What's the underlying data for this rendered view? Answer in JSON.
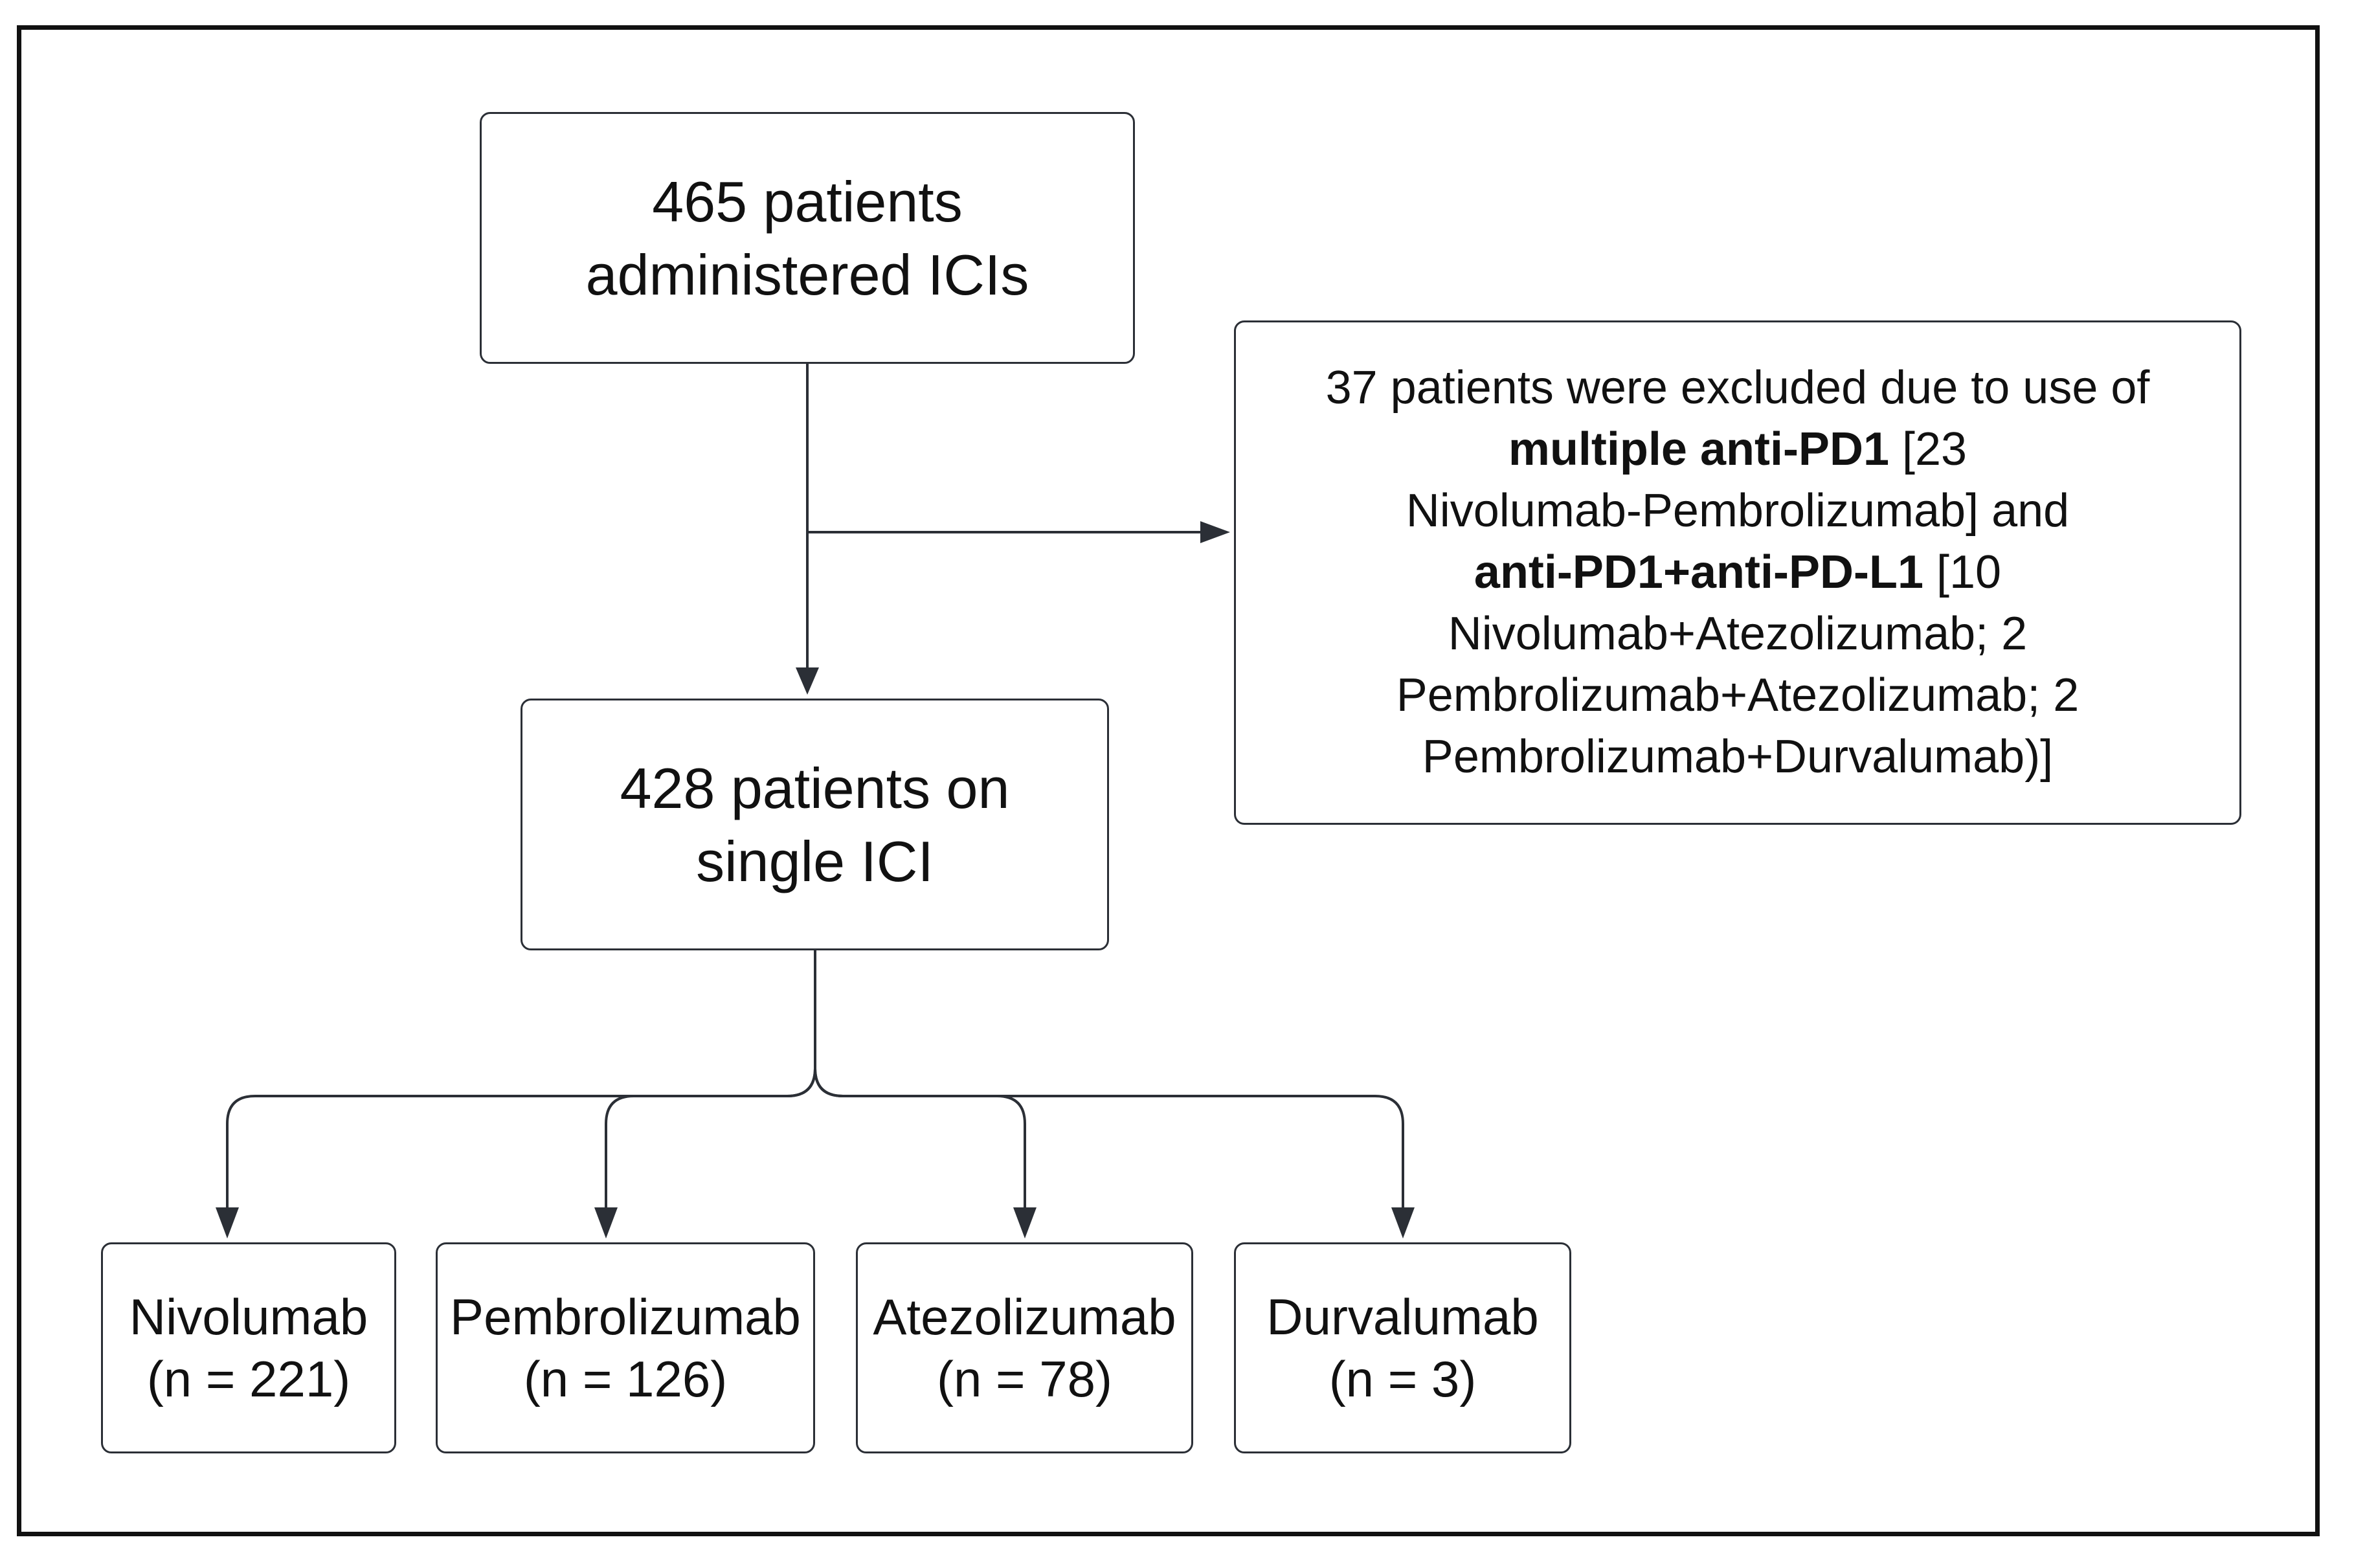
{
  "diagram": {
    "start": {
      "line1": "465 patients",
      "line2": "administered ICIs"
    },
    "excluded": {
      "line1": "37 patients were excluded due to use of",
      "line2_bold": "multiple anti-PD1",
      "line2_rest": " [23",
      "line3": "Nivolumab-Pembrolizumab] and",
      "line4_bold": "anti-PD1+anti-PD-L1",
      "line4_rest": " [10",
      "line5": "Nivolumab+Atezolizumab; 2",
      "line6": "Pembrolizumab+Atezolizumab; 2",
      "line7": "Pembrolizumab+Durvalumab)]"
    },
    "single": {
      "line1": "428 patients on",
      "line2": "single ICI"
    },
    "outcomes": [
      {
        "name": "Nivolumab",
        "count": "(n = 221)"
      },
      {
        "name": "Pembrolizumab",
        "count": "(n = 126)"
      },
      {
        "name": "Atezolizumab",
        "count": "(n = 78)"
      },
      {
        "name": "Durvalumab",
        "count": "(n = 3)"
      }
    ]
  },
  "colors": {
    "node_border": "#2b2f36",
    "connector": "#2b2f36",
    "frame": "#111111",
    "text": "#111111"
  }
}
